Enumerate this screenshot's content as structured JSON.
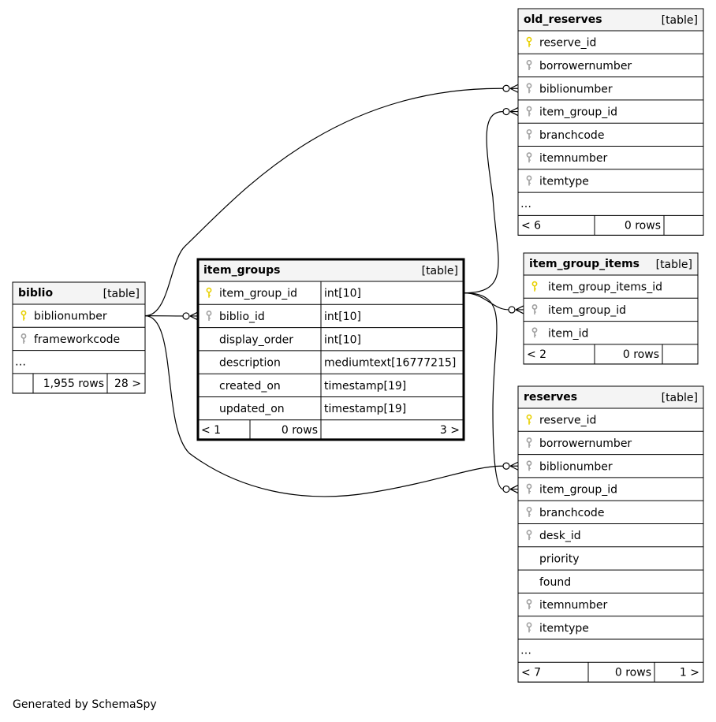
{
  "footer": "Generated by SchemaSpy",
  "colors": {
    "pk": "#e8d000",
    "fk": "#a0a0a0",
    "header_bg": "#f4f4f4"
  },
  "tables": [
    {
      "id": "biblio",
      "name": "biblio",
      "type_label": "[table]",
      "columns": [
        {
          "name": "biblionumber",
          "icon": "primary-key-icon"
        },
        {
          "name": "frameworkcode",
          "icon": "foreign-key-icon"
        }
      ],
      "more": "…",
      "footer": {
        "parents": "",
        "rows": "1,955 rows",
        "children": "28 >"
      }
    },
    {
      "id": "item_groups",
      "name": "item_groups",
      "type_label": "[table]",
      "columns": [
        {
          "name": "item_group_id",
          "type": "int[10]",
          "icon": "primary-key-icon"
        },
        {
          "name": "biblio_id",
          "type": "int[10]",
          "icon": "foreign-key-icon"
        },
        {
          "name": "display_order",
          "type": "int[10]",
          "icon": ""
        },
        {
          "name": "description",
          "type": "mediumtext[16777215]",
          "icon": ""
        },
        {
          "name": "created_on",
          "type": "timestamp[19]",
          "icon": ""
        },
        {
          "name": "updated_on",
          "type": "timestamp[19]",
          "icon": ""
        }
      ],
      "footer": {
        "parents": "< 1",
        "rows": "0 rows",
        "children": "3 >"
      }
    },
    {
      "id": "old_reserves",
      "name": "old_reserves",
      "type_label": "[table]",
      "columns": [
        {
          "name": "reserve_id",
          "icon": "primary-key-icon"
        },
        {
          "name": "borrowernumber",
          "icon": "foreign-key-icon"
        },
        {
          "name": "biblionumber",
          "icon": "foreign-key-icon"
        },
        {
          "name": "item_group_id",
          "icon": "foreign-key-icon"
        },
        {
          "name": "branchcode",
          "icon": "foreign-key-icon"
        },
        {
          "name": "itemnumber",
          "icon": "foreign-key-icon"
        },
        {
          "name": "itemtype",
          "icon": "foreign-key-icon"
        }
      ],
      "more": "…",
      "footer": {
        "parents": "< 6",
        "rows": "0 rows",
        "children": ""
      }
    },
    {
      "id": "item_group_items",
      "name": "item_group_items",
      "type_label": "[table]",
      "columns": [
        {
          "name": "item_group_items_id",
          "icon": "primary-key-icon"
        },
        {
          "name": "item_group_id",
          "icon": "foreign-key-icon"
        },
        {
          "name": "item_id",
          "icon": "foreign-key-icon"
        }
      ],
      "footer": {
        "parents": "< 2",
        "rows": "0 rows",
        "children": ""
      }
    },
    {
      "id": "reserves",
      "name": "reserves",
      "type_label": "[table]",
      "columns": [
        {
          "name": "reserve_id",
          "icon": "primary-key-icon"
        },
        {
          "name": "borrowernumber",
          "icon": "foreign-key-icon"
        },
        {
          "name": "biblionumber",
          "icon": "foreign-key-icon"
        },
        {
          "name": "item_group_id",
          "icon": "foreign-key-icon"
        },
        {
          "name": "branchcode",
          "icon": "foreign-key-icon"
        },
        {
          "name": "desk_id",
          "icon": "foreign-key-icon"
        },
        {
          "name": "priority",
          "icon": ""
        },
        {
          "name": "found",
          "icon": ""
        },
        {
          "name": "itemnumber",
          "icon": "foreign-key-icon"
        },
        {
          "name": "itemtype",
          "icon": "foreign-key-icon"
        }
      ],
      "more": "…",
      "footer": {
        "parents": "< 7",
        "rows": "0 rows",
        "children": "1 >"
      }
    }
  ],
  "relationships": [
    {
      "from": "biblio.biblionumber",
      "to": "item_groups.biblio_id"
    },
    {
      "from": "biblio.biblionumber",
      "to": "old_reserves.biblionumber"
    },
    {
      "from": "biblio.biblionumber",
      "to": "reserves.biblionumber"
    },
    {
      "from": "item_groups.item_group_id",
      "to": "old_reserves.item_group_id"
    },
    {
      "from": "item_groups.item_group_id",
      "to": "item_group_items.item_group_id"
    },
    {
      "from": "item_groups.item_group_id",
      "to": "reserves.item_group_id"
    }
  ]
}
